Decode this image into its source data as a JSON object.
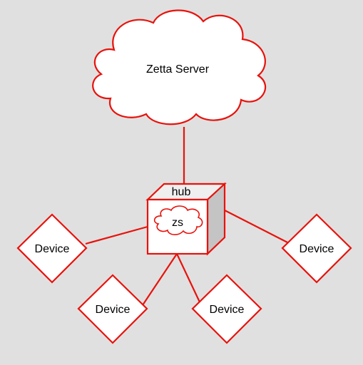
{
  "diagram": {
    "server_label": "Zetta Server",
    "hub_label": "hub",
    "hub_inner_label": "zs",
    "devices": [
      {
        "label": "Device"
      },
      {
        "label": "Device"
      },
      {
        "label": "Device"
      },
      {
        "label": "Device"
      }
    ]
  },
  "colors": {
    "background": "#e0e0e0",
    "stroke": "#e8120c",
    "fill": "#ffffff",
    "hub_side": "#c4c4c4",
    "hub_top": "#efefef"
  }
}
